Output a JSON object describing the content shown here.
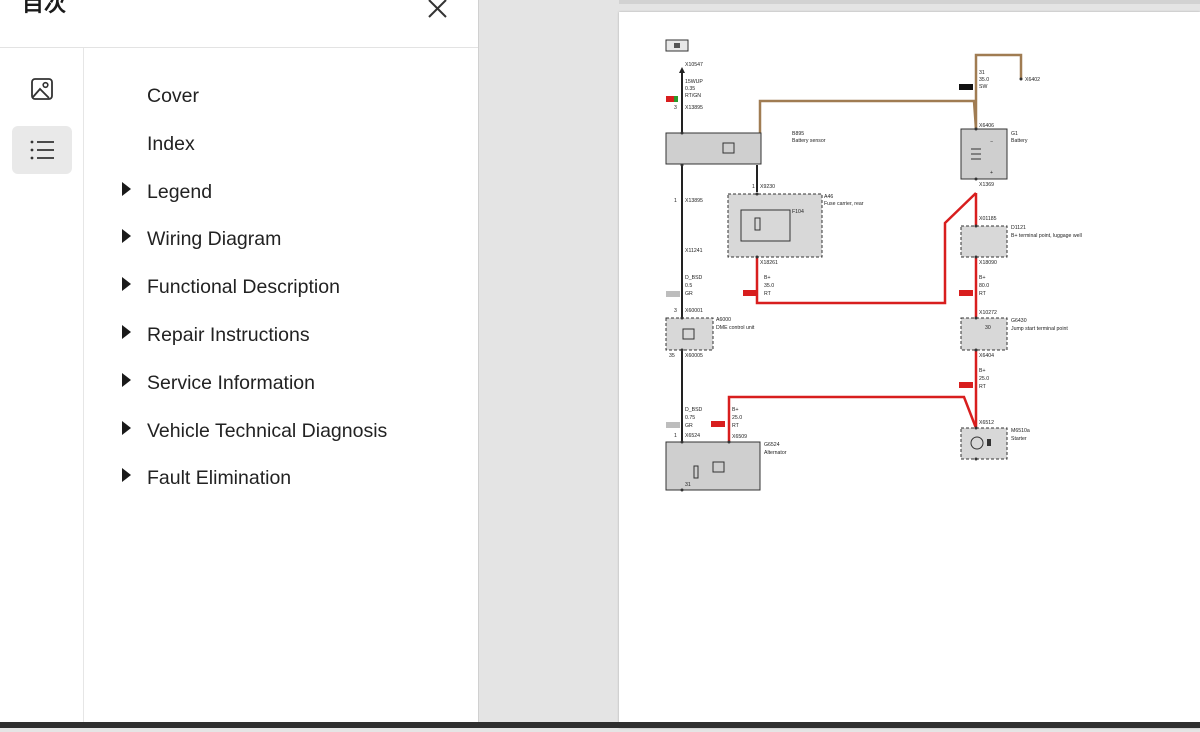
{
  "sidebar": {
    "title": "目次",
    "close_icon": "close-icon",
    "rail": [
      {
        "icon": "image-icon",
        "active": false
      },
      {
        "icon": "list-icon",
        "active": true
      }
    ],
    "toc": [
      {
        "label": "Cover",
        "expandable": false
      },
      {
        "label": "Index",
        "expandable": false
      },
      {
        "label": "Legend",
        "expandable": true
      },
      {
        "label": "Wiring Diagram",
        "expandable": true
      },
      {
        "label": "Functional Description",
        "expandable": true
      },
      {
        "label": "Repair Instructions",
        "expandable": true
      },
      {
        "label": "Service Information",
        "expandable": true
      },
      {
        "label": "Vehicle Technical Diagnosis",
        "expandable": true
      },
      {
        "label": "Fault Elimination",
        "expandable": true
      }
    ]
  },
  "diagram": {
    "colors": {
      "wire_red": "#d81e1e",
      "wire_brown": "#a07c52",
      "wire_black": "#222222",
      "component_fill": "#cfcfcf"
    },
    "labels": {
      "x10547": "X10547",
      "w15wup": "15WUP",
      "w035": "0.35",
      "rtgn": "RT/GN",
      "pin3a": "3",
      "x13895a": "X13895",
      "b895": "B895",
      "battery_sensor": "Battery sensor",
      "pin1a": "1",
      "x13895b": "X13895",
      "pin1b": "1",
      "x9230": "X9230",
      "a46": "A46",
      "fuse_carrier": "Fuse carrier, rear",
      "f104": "F104",
      "x11241": "X11241",
      "x18261": "X18261",
      "dbsd_a": "D_BSD",
      "w05": "0.5",
      "gr_a": "GR",
      "bplus_a": "B+",
      "w350a": "35.0",
      "rt_a": "RT",
      "pin3b": "3",
      "x60001": "X60001",
      "a6000": "A6000",
      "dme": "DME control unit",
      "pin35": "35",
      "x60005": "X60005",
      "dbsd_b": "D_BSD",
      "w075": "0.75",
      "gr_b": "GR",
      "bplus_b": "B+",
      "w250a": "25.0",
      "rt_b": "RT",
      "pin1c": "1",
      "x6524": "X6524",
      "x6509": "X6509",
      "g6524": "G6524",
      "alternator": "Alternator",
      "alt31": "31",
      "t31": "31",
      "w350b": "35.0",
      "sw": "SW",
      "x6402": "X6402",
      "x6406": "X6406",
      "g1": "G1",
      "battery": "Battery",
      "minus": "−",
      "plus": "+",
      "x1369": "X1369",
      "x01185": "X01185",
      "d1121": "D1121",
      "bplus_terminal": "B+ terminal point, luggage well",
      "x18090": "X18090",
      "bplus_c": "B+",
      "w800": "80.0",
      "rt_c": "RT",
      "x10272": "X10272",
      "g6430": "G6430",
      "jump_start": "Jump start terminal point",
      "j30": "30",
      "x6404": "X6404",
      "bplus_d": "B+",
      "w250b": "25.0",
      "rt_d": "RT",
      "x6512": "X6512",
      "m6510a": "M6510a",
      "starter": "Starter"
    }
  }
}
